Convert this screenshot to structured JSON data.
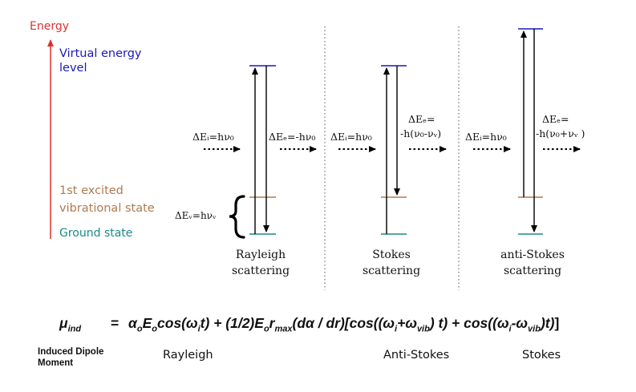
{
  "axis": {
    "label": "Energy",
    "color": "#e03030"
  },
  "levels": {
    "virtual": [
      "Virtual energy",
      "level"
    ],
    "excited": [
      "1st excited",
      "vibrational state"
    ],
    "ground": "Ground state",
    "colors": {
      "virtual": "#1a1ab8",
      "excited": "#b07a50",
      "ground": "#1a8a86"
    }
  },
  "vibrational_gap": "ΔEᵥ=hνᵥ",
  "panels": [
    {
      "incoming": "ΔEᵢ=hν₀",
      "outgoing": [
        "ΔEₑ=-hν₀"
      ],
      "caption": [
        "Rayleigh",
        "scattering"
      ]
    },
    {
      "incoming": "ΔEᵢ=hν₀",
      "outgoing": [
        "ΔEₑ=",
        "-h(ν₀-νᵥ)"
      ],
      "caption": [
        "Stokes",
        "scattering"
      ]
    },
    {
      "incoming": "ΔEᵢ=hν₀",
      "outgoing": [
        "ΔEₑ=",
        "-h(ν₀+νᵥ )"
      ],
      "caption": [
        "anti-Stokes",
        "scattering"
      ]
    }
  ],
  "equation": {
    "lhs": "μ",
    "lhs_sub": "ind",
    "eq": "="
  },
  "terms": {
    "rayleigh": "Rayleigh",
    "anti_stokes": "Anti-Stokes",
    "stokes": "Stokes"
  },
  "induced_dipole": [
    "Induced Dipole",
    "Moment"
  ]
}
